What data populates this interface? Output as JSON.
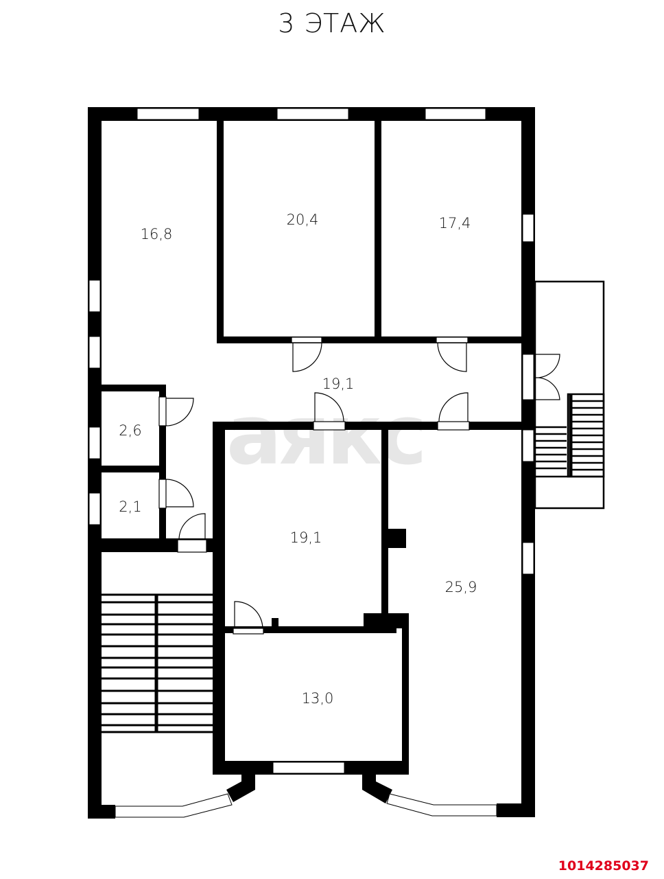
{
  "title": "3 ЭТАЖ",
  "watermark": "аякс",
  "listing_id": "1014285037",
  "colors": {
    "wall": "#000000",
    "background": "#ffffff",
    "watermark": "#e6e6e6",
    "listing_id": "#e0001b"
  },
  "rooms": [
    {
      "id": "room-left-top",
      "area": "16,8"
    },
    {
      "id": "room-top-middle",
      "area": "20,4"
    },
    {
      "id": "room-top-right",
      "area": "17,4"
    },
    {
      "id": "corridor",
      "area": "19,1"
    },
    {
      "id": "storage-1",
      "area": "2,6"
    },
    {
      "id": "storage-2",
      "area": "2,1"
    },
    {
      "id": "room-center",
      "area": "19,1"
    },
    {
      "id": "room-right-large",
      "area": "25,9"
    },
    {
      "id": "room-bottom-center",
      "area": "13,0"
    }
  ]
}
